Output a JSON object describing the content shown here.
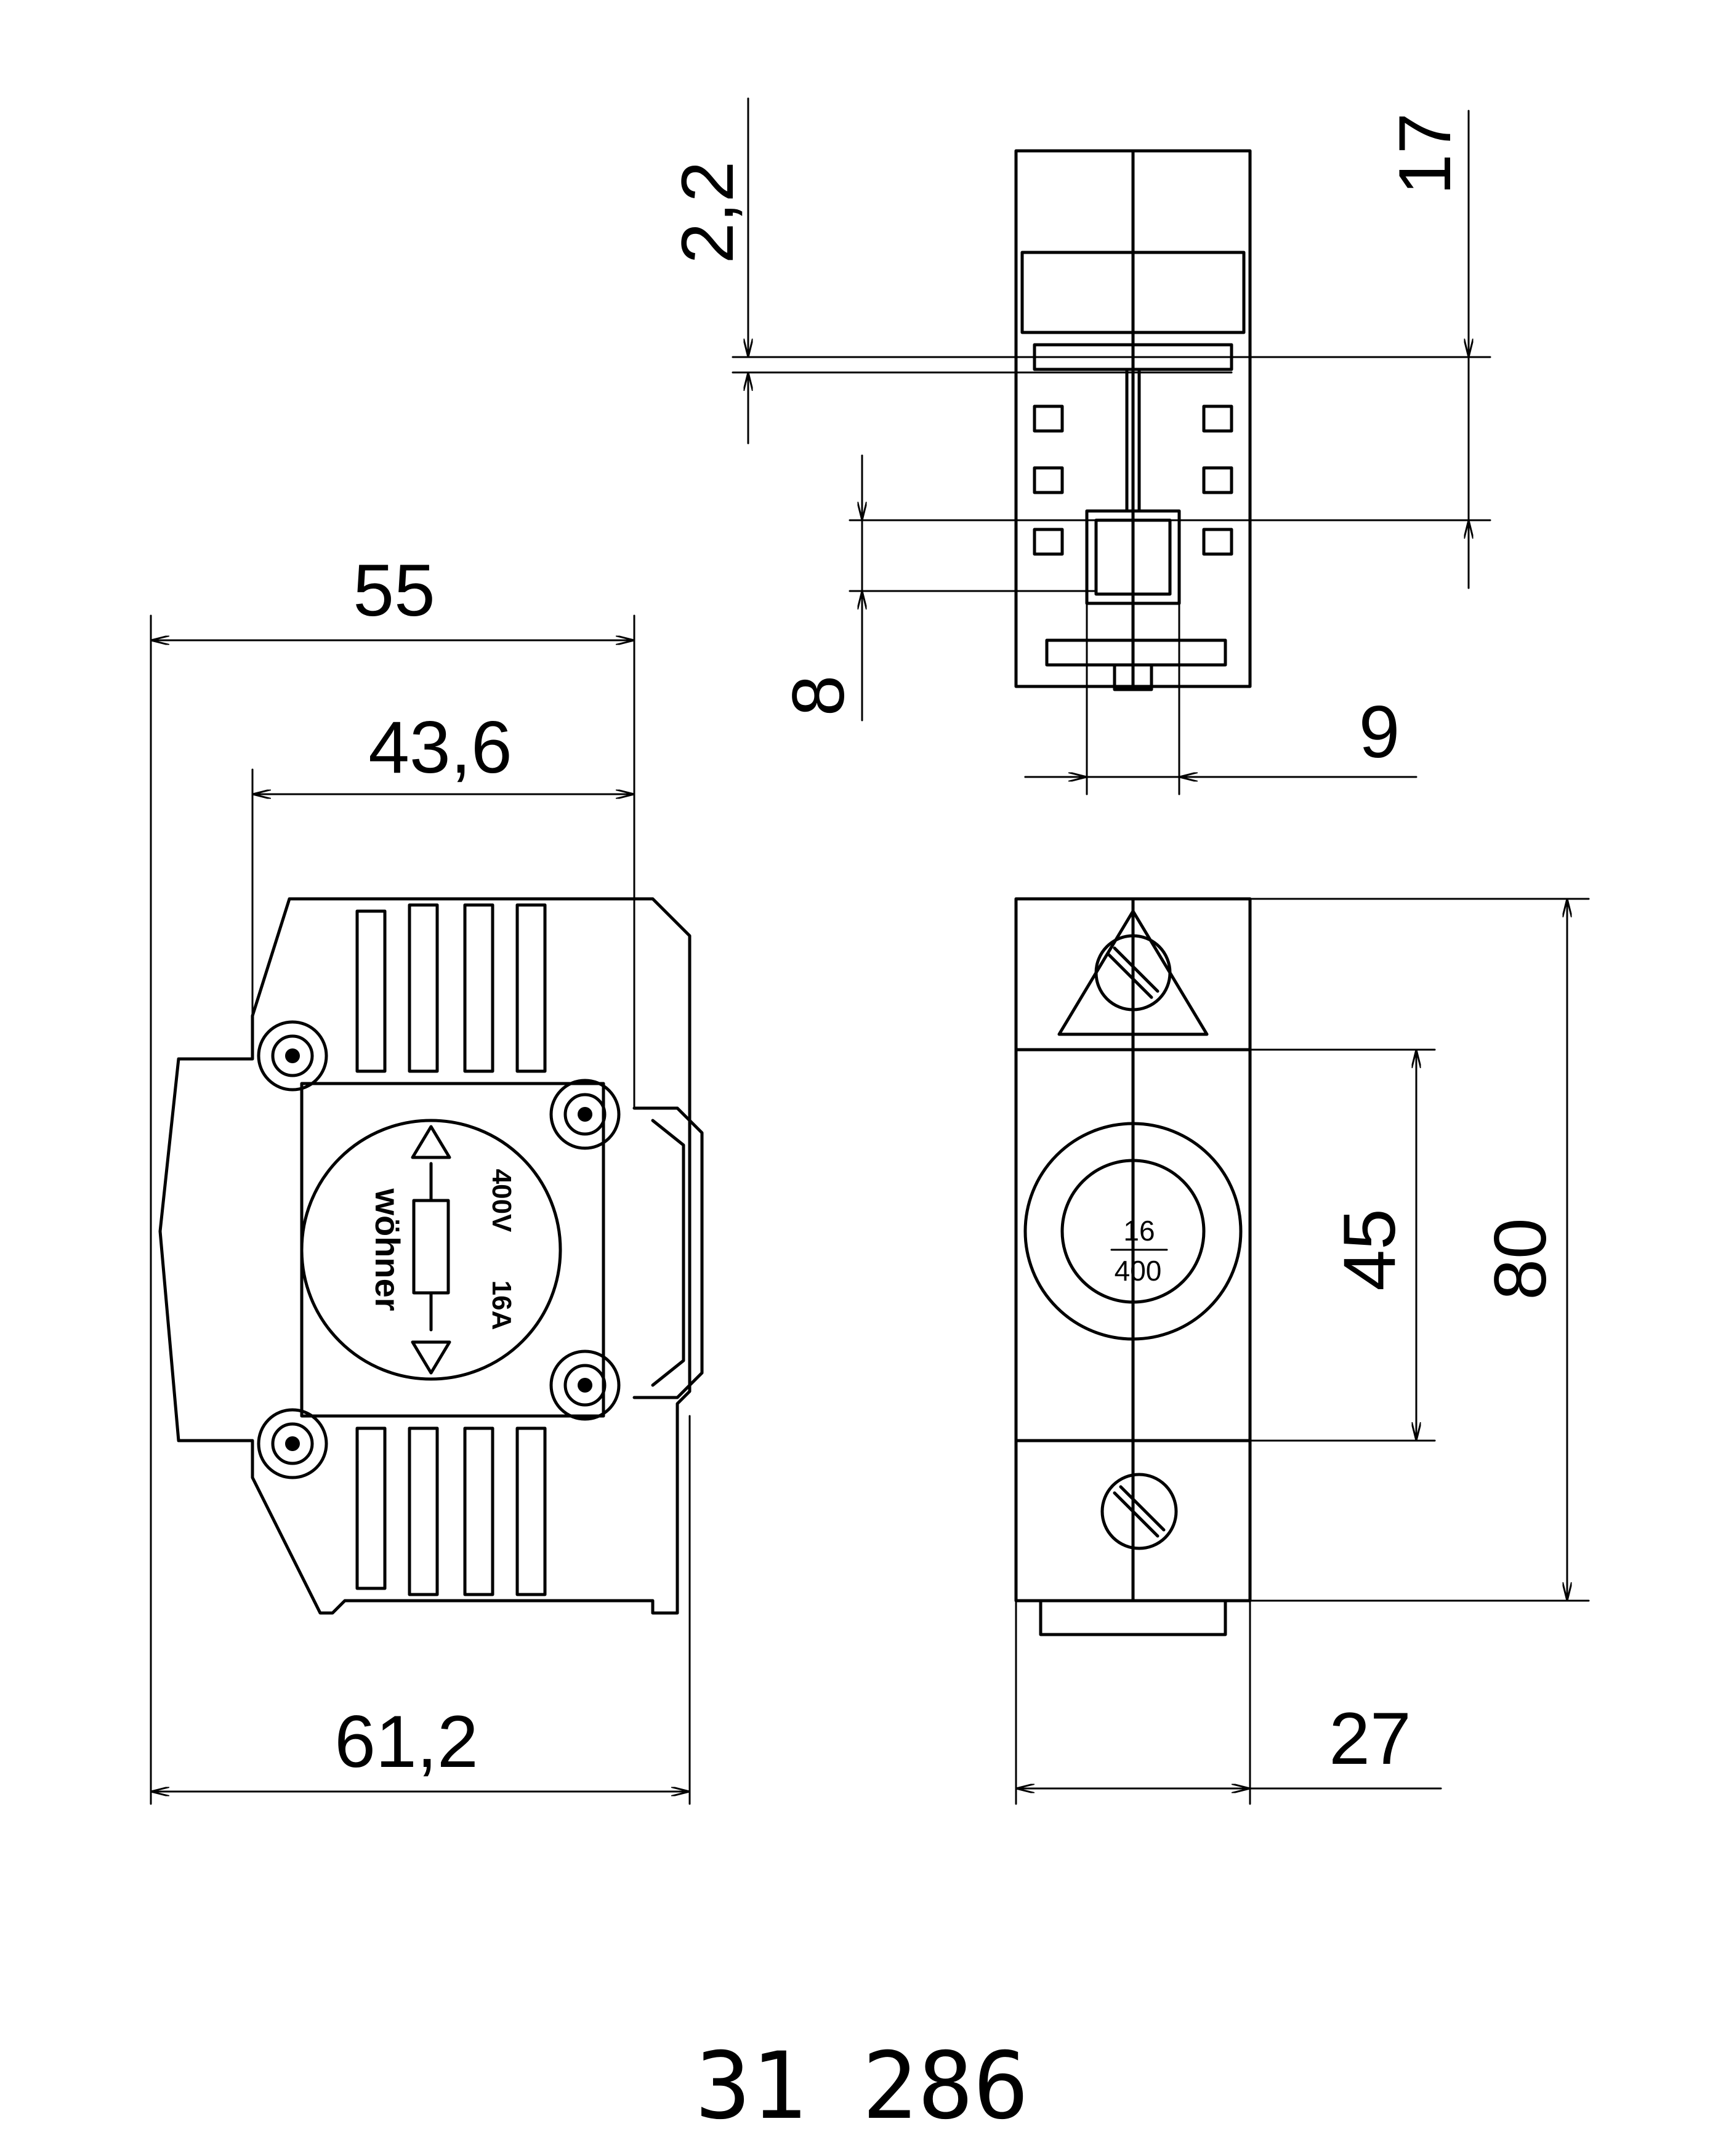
{
  "dimensions": {
    "width_55": "55",
    "width_43_6": "43,6",
    "width_61_2": "61,2",
    "gap_2_2": "2,2",
    "depth_17": "17",
    "depth_8": "8",
    "width_9": "9",
    "height_45": "45",
    "height_80": "80",
    "width_27": "27"
  },
  "front_label": {
    "brand": "wöhner",
    "current": "16A",
    "voltage": "400V"
  },
  "fuse_marking": {
    "top": "16",
    "bottom": "400"
  },
  "part_number": "31 286"
}
